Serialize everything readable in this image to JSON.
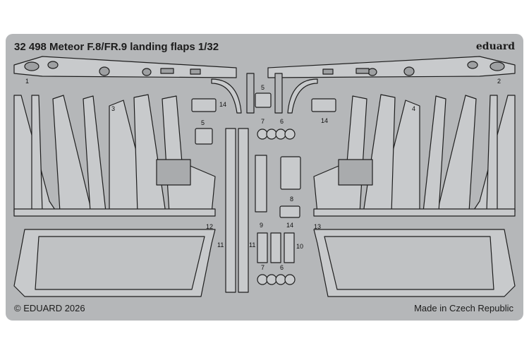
{
  "sheet": {
    "title": "32 498 Meteor F.8/FR.9 landing flaps 1/32",
    "brand": "eduard",
    "copyright": "© EDUARD 2026",
    "origin": "Made in Czech Republic"
  },
  "part_numbers": {
    "p1": "1",
    "p2": "2",
    "p3": "3",
    "p4": "4",
    "p5a": "5",
    "p5b": "5",
    "p6a": "6",
    "p6b": "6",
    "p7a": "7",
    "p7b": "7",
    "p8": "8",
    "p9": "9",
    "p10": "10",
    "p11a": "11",
    "p11b": "11",
    "p12": "12",
    "p13": "13",
    "p14a": "14",
    "p14b": "14",
    "p14c": "14"
  },
  "colors": {
    "fret": "#b5b7b9",
    "etch_outline": "#1e1e1e",
    "etch_fill": "#c8cacc",
    "text": "#1c1c1c"
  }
}
